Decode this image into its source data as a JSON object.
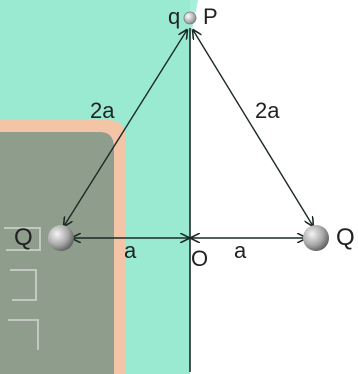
{
  "diagram": {
    "labels": {
      "top_charge": "q",
      "point": "P",
      "left_charge": "Q",
      "right_charge": "Q",
      "origin": "O",
      "left_side": "2a",
      "right_side": "2a",
      "left_half_base": "a",
      "right_half_base": "a"
    },
    "colors": {
      "background_teal": "#a6efdc",
      "left_panel_teal": "#8fe0c6",
      "frame_peach": "#f3c5a6",
      "inner_panel": "#8f9d8c",
      "line": "#1c2a26",
      "sphere_light": "#f2f2f2",
      "sphere_dark": "#6f6f6f"
    }
  }
}
